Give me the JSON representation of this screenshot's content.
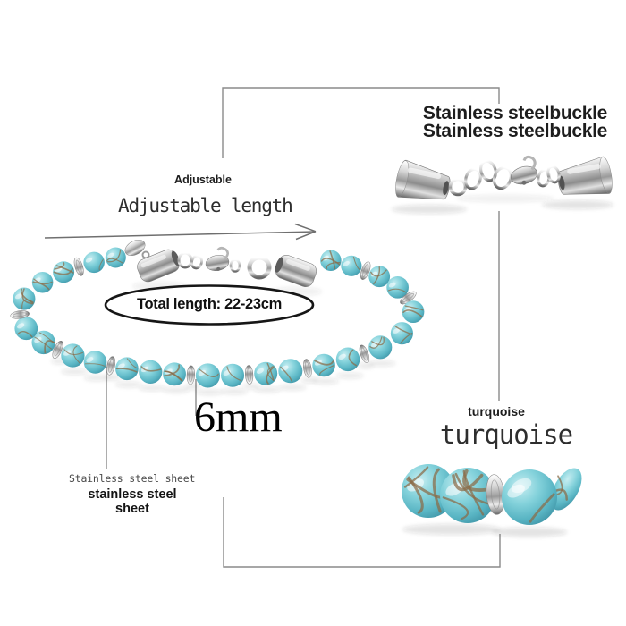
{
  "product": {
    "annotations": {
      "buckle_label_line1": "Stainless steelbuckle",
      "buckle_label_line2": "Stainless steelbuckle",
      "adjustable_caption": "Adjustable",
      "adjustable_length_label": "Adjustable length",
      "total_length_badge": "Total length: 22-23cm",
      "bead_diameter_label": "6mm",
      "turquoise_caption": "turquoise",
      "turquoise_label": "turquoise",
      "steel_sheet_caption": "Stainless steel sheet",
      "steel_sheet_bold": "stainless steel sheet"
    }
  },
  "colors": {
    "turquoise_light": "#c6edf1",
    "turquoise_mid": "#84d2db",
    "turquoise_deep": "#58b4c3",
    "turquoise_shadow": "#3e92a4",
    "vein_brown": "#8a6b47",
    "silver_light": "#f7f7f7",
    "silver_mid": "#9a9a9a",
    "silver_dark": "#686868",
    "callout_line": "#8a8a8a",
    "arrow_line": "#6f6f6f",
    "badge_stroke": "#161616",
    "text_primary": "#1d1d1d",
    "text_mono": "#2e2e2e",
    "text_muted": "#4a4a4a"
  }
}
